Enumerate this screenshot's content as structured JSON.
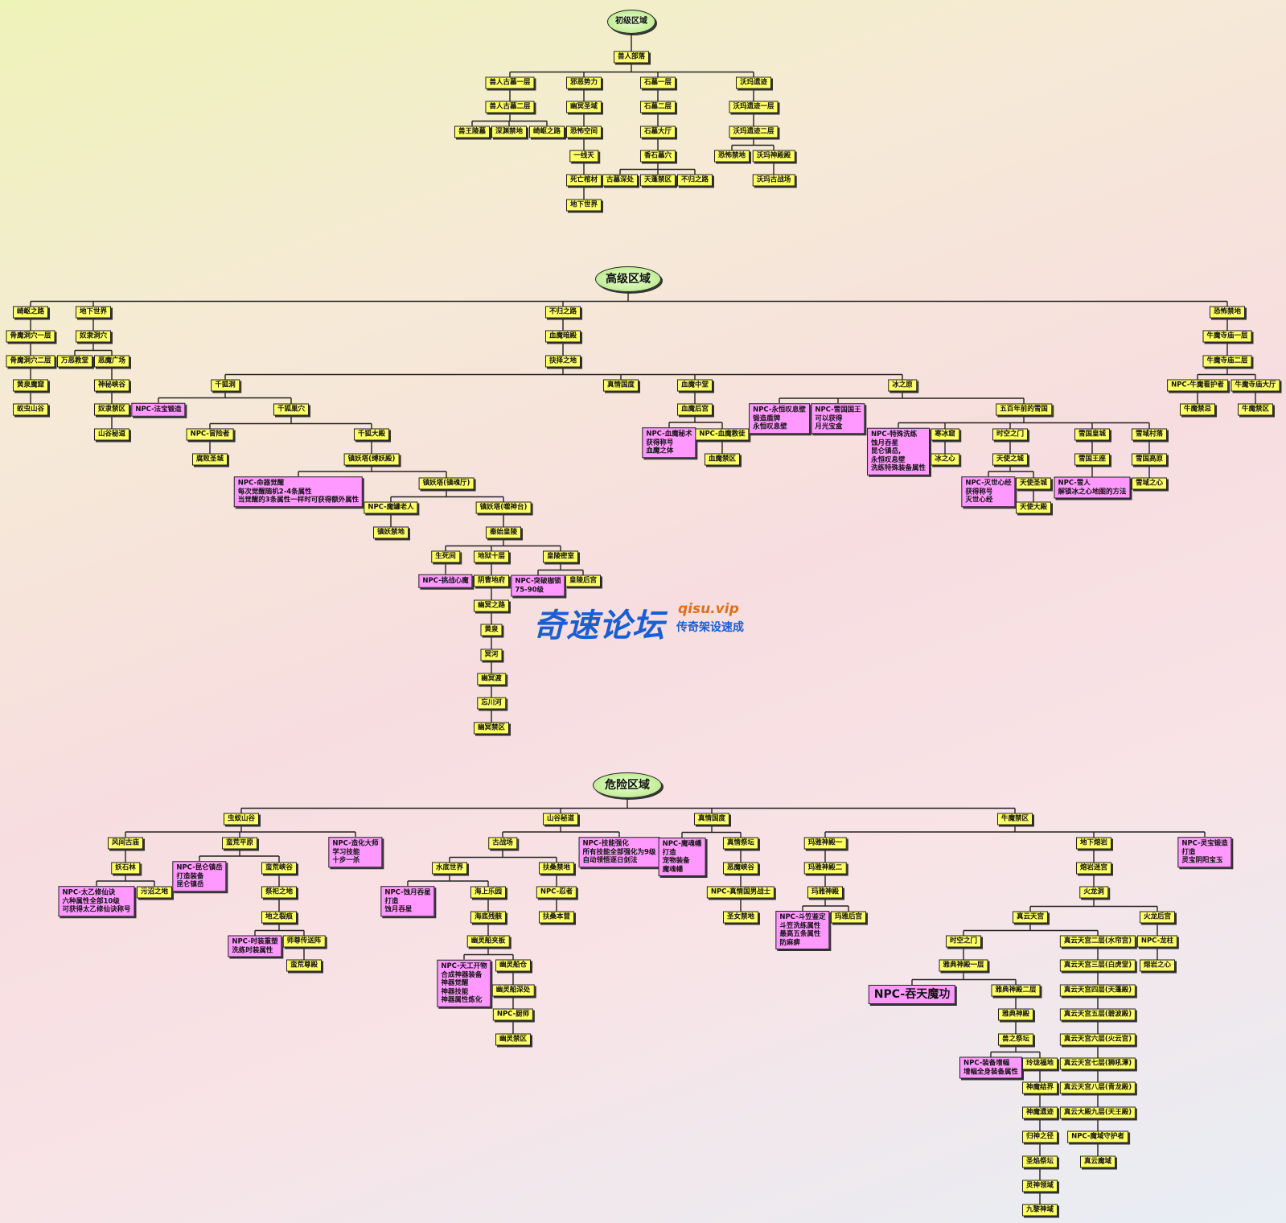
{
  "sections": [
    {
      "title": "初级区域"
    },
    {
      "title": "高级区域"
    },
    {
      "title": "危险区域"
    }
  ],
  "watermark": {
    "main": "奇速论坛",
    "url": "qisu.vip",
    "sub": "传奇架设速成"
  },
  "nodes": [
    {
      "id": "a0",
      "label": "兽人部落"
    },
    {
      "id": "a1",
      "label": "兽人古墓一层"
    },
    {
      "id": "a2",
      "label": "兽人古墓二层"
    },
    {
      "id": "a3",
      "label": "兽王陵墓"
    },
    {
      "id": "a4",
      "label": "深渊禁地"
    },
    {
      "id": "a5",
      "label": "崎岖之路"
    },
    {
      "id": "a6",
      "label": "邪恶势力"
    },
    {
      "id": "a7",
      "label": "幽冥圣域"
    },
    {
      "id": "a8",
      "label": "恐怖空间"
    },
    {
      "id": "a9",
      "label": "一线天"
    },
    {
      "id": "a10",
      "label": "死亡棺材"
    },
    {
      "id": "a11",
      "label": "地下世界"
    },
    {
      "id": "a12",
      "label": "石墓一层"
    },
    {
      "id": "a13",
      "label": "石墓二层"
    },
    {
      "id": "a14",
      "label": "石墓大厅"
    },
    {
      "id": "a15",
      "label": "香石墓穴"
    },
    {
      "id": "a16",
      "label": "古墓深处"
    },
    {
      "id": "a17",
      "label": "天蓬禁区"
    },
    {
      "id": "a18",
      "label": "不归之路"
    },
    {
      "id": "a19",
      "label": "沃玛遗迹"
    },
    {
      "id": "a20",
      "label": "沃玛遗迹一层"
    },
    {
      "id": "a21",
      "label": "沃玛遗迹二层"
    },
    {
      "id": "a22",
      "label": "恐怖禁地"
    },
    {
      "id": "a23",
      "label": "沃玛神殿殿"
    },
    {
      "id": "a24",
      "label": "沃玛古战场"
    },
    {
      "id": "b1",
      "label": "崎岖之路"
    },
    {
      "id": "b2",
      "label": "骨魔洞穴一层"
    },
    {
      "id": "b3",
      "label": "骨魔洞穴二层"
    },
    {
      "id": "b4",
      "label": "黄泉魔窟"
    },
    {
      "id": "b5",
      "label": "蚁虫山谷"
    },
    {
      "id": "b6",
      "label": "地下世界"
    },
    {
      "id": "b7",
      "label": "奴隶洞穴"
    },
    {
      "id": "b8",
      "label": "万恶教堂"
    },
    {
      "id": "b9",
      "label": "恶魔广场"
    },
    {
      "id": "b10",
      "label": "神秘峡谷"
    },
    {
      "id": "b11",
      "label": "奴隶禁区"
    },
    {
      "id": "b12",
      "label": "山谷秘道"
    },
    {
      "id": "b13",
      "label": "不归之路"
    },
    {
      "id": "b14",
      "label": "血魔暗殿"
    },
    {
      "id": "b15",
      "label": "抉择之地"
    },
    {
      "id": "b16",
      "label": "千狐洞"
    },
    {
      "id": "b17",
      "label": "NPC-法宝锻造",
      "npc": true
    },
    {
      "id": "b18",
      "label": "千狐巢穴"
    },
    {
      "id": "b19",
      "label": "NPC-冒险者"
    },
    {
      "id": "b20",
      "label": "腐败圣城"
    },
    {
      "id": "b21",
      "label": "千狐大殿"
    },
    {
      "id": "b22",
      "label": "镇妖塔(缚妖殿)"
    },
    {
      "id": "b23",
      "label": "NPC-命器觉醒\n每次觉醒随机2-4条属性\n当觉醒的3条属性一样时可获得额外属性",
      "npc": true
    },
    {
      "id": "b24",
      "label": "镇妖塔(镇魂厅)"
    },
    {
      "id": "b25",
      "label": "NPC-魔罐老人"
    },
    {
      "id": "b26",
      "label": "镇妖禁地"
    },
    {
      "id": "b27",
      "label": "镇妖塔(噬神台)"
    },
    {
      "id": "b28",
      "label": "秦始皇陵"
    },
    {
      "id": "b29",
      "label": "生死间"
    },
    {
      "id": "b30",
      "label": "NPC-挑战心魔",
      "npc": true
    },
    {
      "id": "b31",
      "label": "地狱十层"
    },
    {
      "id": "b32",
      "label": "阴曹地府"
    },
    {
      "id": "b33",
      "label": "幽冥之路"
    },
    {
      "id": "b34",
      "label": "黄泉"
    },
    {
      "id": "b35",
      "label": "冥河"
    },
    {
      "id": "b36",
      "label": "幽冥渡"
    },
    {
      "id": "b37",
      "label": "忘川河"
    },
    {
      "id": "b38",
      "label": "幽冥禁区"
    },
    {
      "id": "b39",
      "label": "皇陵密室"
    },
    {
      "id": "b40",
      "label": "NPC-突破枷锁\n75-90级",
      "npc": true
    },
    {
      "id": "b41",
      "label": "皇陵后宫"
    },
    {
      "id": "b42",
      "label": "真情国度"
    },
    {
      "id": "b43",
      "label": "血魔中堂"
    },
    {
      "id": "b44",
      "label": "血魔后宫"
    },
    {
      "id": "b45",
      "label": "NPC-血魔秘术\n获得称号\n血魔之体",
      "npc": true
    },
    {
      "id": "b46",
      "label": "NPC-血魔教徒"
    },
    {
      "id": "b47",
      "label": "血魔禁区"
    },
    {
      "id": "b48",
      "label": "冰之原"
    },
    {
      "id": "b49",
      "label": "NPC-永恒叹息壁\n锻造盾牌\n永恒叹息壁",
      "npc": true
    },
    {
      "id": "b50",
      "label": "NPC-雪国国王\n可以获得\n月光宝盒",
      "npc": true
    },
    {
      "id": "b51",
      "label": "五百年前的雪国"
    },
    {
      "id": "b52",
      "label": "NPC-特殊洗练\n蚀月吞星\n昆仑镇岳,\n永恒叹息壁\n洗练特殊装备属性",
      "npc": true
    },
    {
      "id": "b53",
      "label": "寒冰窟"
    },
    {
      "id": "b54",
      "label": "冰之心"
    },
    {
      "id": "b55",
      "label": "时空之门"
    },
    {
      "id": "b56",
      "label": "天使之城"
    },
    {
      "id": "b57",
      "label": "NPC-灭世心经\n获得称号\n灭世心经",
      "npc": true
    },
    {
      "id": "b58",
      "label": "天使圣城"
    },
    {
      "id": "b59",
      "label": "天使大殿"
    },
    {
      "id": "b60",
      "label": "雪国皇城"
    },
    {
      "id": "b61",
      "label": "雪国王座"
    },
    {
      "id": "b62",
      "label": "NPC-雪人\n解锁冰之心地图的方法",
      "npc": true
    },
    {
      "id": "b63",
      "label": "雪域村落"
    },
    {
      "id": "b64",
      "label": "雪国高原"
    },
    {
      "id": "b65",
      "label": "雪域之心"
    },
    {
      "id": "b66",
      "label": "恐怖禁地"
    },
    {
      "id": "b67",
      "label": "牛魔寺庙一层"
    },
    {
      "id": "b68",
      "label": "牛魔寺庙二层"
    },
    {
      "id": "b69",
      "label": "NPC-牛魔看护者"
    },
    {
      "id": "b70",
      "label": "牛魔禁忌"
    },
    {
      "id": "b71",
      "label": "牛魔寺庙大厅"
    },
    {
      "id": "b72",
      "label": "牛魔禁区"
    },
    {
      "id": "c1",
      "label": "虫蚁山谷"
    },
    {
      "id": "c2",
      "label": "风间古庙"
    },
    {
      "id": "c3",
      "label": "妖石林"
    },
    {
      "id": "c4",
      "label": "NPC-太乙修仙诀\n六种属性全部10级\n可获得太乙修仙诀称号",
      "npc": true
    },
    {
      "id": "c5",
      "label": "污沼之地"
    },
    {
      "id": "c6",
      "label": "蛮荒平原"
    },
    {
      "id": "c7",
      "label": "NPC-昆仑镇岳\n打造装备\n昆仑镇岳",
      "npc": true
    },
    {
      "id": "c8",
      "label": "蛮荒峡谷"
    },
    {
      "id": "c9",
      "label": "祭祀之地"
    },
    {
      "id": "c10",
      "label": "地之裂痕"
    },
    {
      "id": "c11",
      "label": "NPC-时装重塑\n洗练时装属性",
      "npc": true
    },
    {
      "id": "c12",
      "label": "师尊传送阵"
    },
    {
      "id": "c13",
      "label": "蛮荒尊殿"
    },
    {
      "id": "c14",
      "label": "NPC-造化大师\n学习技能\n十步一杀",
      "npc": true
    },
    {
      "id": "c15",
      "label": "山谷秘道"
    },
    {
      "id": "c16",
      "label": "古战场"
    },
    {
      "id": "c17",
      "label": "水底世界"
    },
    {
      "id": "c18",
      "label": "NPC-蚀月吞星\n打造\n蚀月吞星",
      "npc": true
    },
    {
      "id": "c19",
      "label": "海上乐园"
    },
    {
      "id": "c20",
      "label": "海底残骸"
    },
    {
      "id": "c21",
      "label": "幽灵船夹板"
    },
    {
      "id": "c22",
      "label": "NPC-天工开物\n合成神器装备\n神器觉醒\n神器技能\n神器属性炼化",
      "npc": true
    },
    {
      "id": "c23",
      "label": "幽灵船仓"
    },
    {
      "id": "c24",
      "label": "幽灵船深处"
    },
    {
      "id": "c25",
      "label": "NPC-厨师"
    },
    {
      "id": "c26",
      "label": "幽灵禁区"
    },
    {
      "id": "c27",
      "label": "扶桑禁地"
    },
    {
      "id": "c28",
      "label": "NPC-忍者"
    },
    {
      "id": "c29",
      "label": "扶桑本营"
    },
    {
      "id": "c30",
      "label": "NPC-技能强化\n所有技能全部强化为9级\n自动领悟逐日剑法",
      "npc": true
    },
    {
      "id": "c31",
      "label": "真情国度"
    },
    {
      "id": "c32",
      "label": "NPC-魔魂幡\n打造\n宠物装备\n魔魂幡",
      "npc": true
    },
    {
      "id": "c33",
      "label": "真情祭坛"
    },
    {
      "id": "c34",
      "label": "恶魔峡谷"
    },
    {
      "id": "c35",
      "label": "NPC-真情国男战士"
    },
    {
      "id": "c36",
      "label": "圣女禁地"
    },
    {
      "id": "c37",
      "label": "牛魔禁区"
    },
    {
      "id": "c38",
      "label": "玛雅神殿一"
    },
    {
      "id": "c39",
      "label": "玛雅神殿二"
    },
    {
      "id": "c40",
      "label": "玛雅神殿"
    },
    {
      "id": "c41",
      "label": "NPC-斗笠鉴定\n斗笠洗练属性\n最高五条属性\n防麻痹",
      "npc": true
    },
    {
      "id": "c42",
      "label": "玛雅后宫"
    },
    {
      "id": "c43",
      "label": "地下熔岩"
    },
    {
      "id": "c44",
      "label": "熔岩迷宫"
    },
    {
      "id": "c45",
      "label": "火龙洞"
    },
    {
      "id": "c46",
      "label": "真云天宫"
    },
    {
      "id": "c47",
      "label": "时空之门"
    },
    {
      "id": "c48",
      "label": "雅典神殿一层"
    },
    {
      "id": "c49",
      "label": "NPC-吞天魔功",
      "npc": true,
      "big": true
    },
    {
      "id": "c50",
      "label": "雅典神殿二层"
    },
    {
      "id": "c51",
      "label": "雅典神殿"
    },
    {
      "id": "c52",
      "label": "兽之祭坛"
    },
    {
      "id": "c53",
      "label": "NPC-装备增幅\n增幅全身装备属性",
      "npc": true
    },
    {
      "id": "c54",
      "label": "玲珑福地"
    },
    {
      "id": "c55",
      "label": "神魔结界"
    },
    {
      "id": "c56",
      "label": "神魔遗迹"
    },
    {
      "id": "c57",
      "label": "归神之径"
    },
    {
      "id": "c58",
      "label": "圣焰祭坛"
    },
    {
      "id": "c59",
      "label": "灵神领域"
    },
    {
      "id": "c60",
      "label": "九黎神域"
    },
    {
      "id": "c61",
      "label": "真云天宫二层(水帘宫)"
    },
    {
      "id": "c62",
      "label": "真云天宫三层(白虎堂)"
    },
    {
      "id": "c63",
      "label": "真云天宫四层(天蓬殿)"
    },
    {
      "id": "c64",
      "label": "真云天宫五层(碧波殿)"
    },
    {
      "id": "c65",
      "label": "真云天宫六层(火云宫)"
    },
    {
      "id": "c66",
      "label": "真云天宫七层(狮吼潭)"
    },
    {
      "id": "c67",
      "label": "真云天宫八层(青龙殿)"
    },
    {
      "id": "c68",
      "label": "真云大殿九层(天王殿)"
    },
    {
      "id": "c69",
      "label": "NPC-魔域守护者"
    },
    {
      "id": "c70",
      "label": "真云魔域"
    },
    {
      "id": "c71",
      "label": "火龙后宫"
    },
    {
      "id": "c72",
      "label": "NPC-龙柱"
    },
    {
      "id": "c73",
      "label": "熔岩之心"
    },
    {
      "id": "c74",
      "label": "NPC-灵宝锻造\n打造\n灵宝阴阳宝玉",
      "npc": true
    }
  ]
}
